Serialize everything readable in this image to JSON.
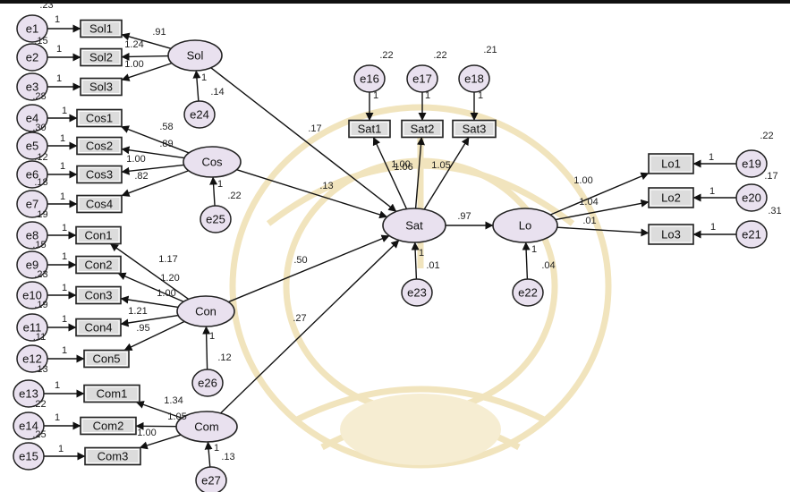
{
  "latents": {
    "sol": "Sol",
    "cos": "Cos",
    "con": "Con",
    "com": "Com",
    "sat": "Sat",
    "lo": "Lo"
  },
  "indicators": {
    "sol1": "Sol1",
    "sol2": "Sol2",
    "sol3": "Sol3",
    "cos1": "Cos1",
    "cos2": "Cos2",
    "cos3": "Cos3",
    "cos4": "Cos4",
    "con1": "Con1",
    "con2": "Con2",
    "con3": "Con3",
    "con4": "Con4",
    "con5": "Con5",
    "com1": "Com1",
    "com2": "Com2",
    "com3": "Com3",
    "sat1": "Sat1",
    "sat2": "Sat2",
    "sat3": "Sat3",
    "lo1": "Lo1",
    "lo2": "Lo2",
    "lo3": "Lo3"
  },
  "errors": {
    "e1": "e1",
    "e2": "e2",
    "e3": "e3",
    "e4": "e4",
    "e5": "e5",
    "e6": "e6",
    "e7": "e7",
    "e8": "e8",
    "e9": "e9",
    "e10": "e10",
    "e11": "e11",
    "e12": "e12",
    "e13": "e13",
    "e14": "e14",
    "e15": "e15",
    "e16": "e16",
    "e17": "e17",
    "e18": "e18",
    "e19": "e19",
    "e20": "e20",
    "e21": "e21",
    "e22": "e22",
    "e23": "e23",
    "e24": "e24",
    "e25": "e25",
    "e26": "e26",
    "e27": "e27"
  },
  "coefficients": {
    "sol_sol1": ".91",
    "sol_sol2": "1.24",
    "sol_sol3": "1.00",
    "cos_cos1": ".58",
    "cos_cos2": ".89",
    "cos_cos3": "1.00",
    "cos_cos4": ".82",
    "con_con1": "1.17",
    "con_con2": "1.20",
    "con_con3": "1.00",
    "con_con4": "1.21",
    "con_con5": ".95",
    "com_com1": "1.34",
    "com_com2": "1.05",
    "com_com3": "1.00",
    "sat_sat1": "1.00",
    "sat_sat2": "1.06",
    "sat_sat3": "1.05",
    "lo_lo1": "1.00",
    "lo_lo2": "1.04",
    "lo_lo3": ".01",
    "sol_sat": ".17",
    "cos_sat": ".13",
    "con_sat": ".50",
    "com_sat": ".27",
    "sat_lo": ".97"
  },
  "variances": {
    "e1": ".23",
    "e2": ".15",
    "e3": ".28",
    "e4": ".30",
    "e5": ".12",
    "e6": ".18",
    "e7": ".19",
    "e8": ".15",
    "e9": ".23",
    "e10": ".19",
    "e11": ".11",
    "e12": ".13",
    "e13": ".22",
    "e14": ".25",
    "e16": ".22",
    "e17": ".22",
    "e18": ".21",
    "e19": ".22",
    "e20": ".17",
    "e21": ".31",
    "e22": ".04",
    "e23": ".01",
    "e24": ".14",
    "e25": ".22",
    "e26": ".12",
    "e27": ".13"
  },
  "fixed_one": "1"
}
